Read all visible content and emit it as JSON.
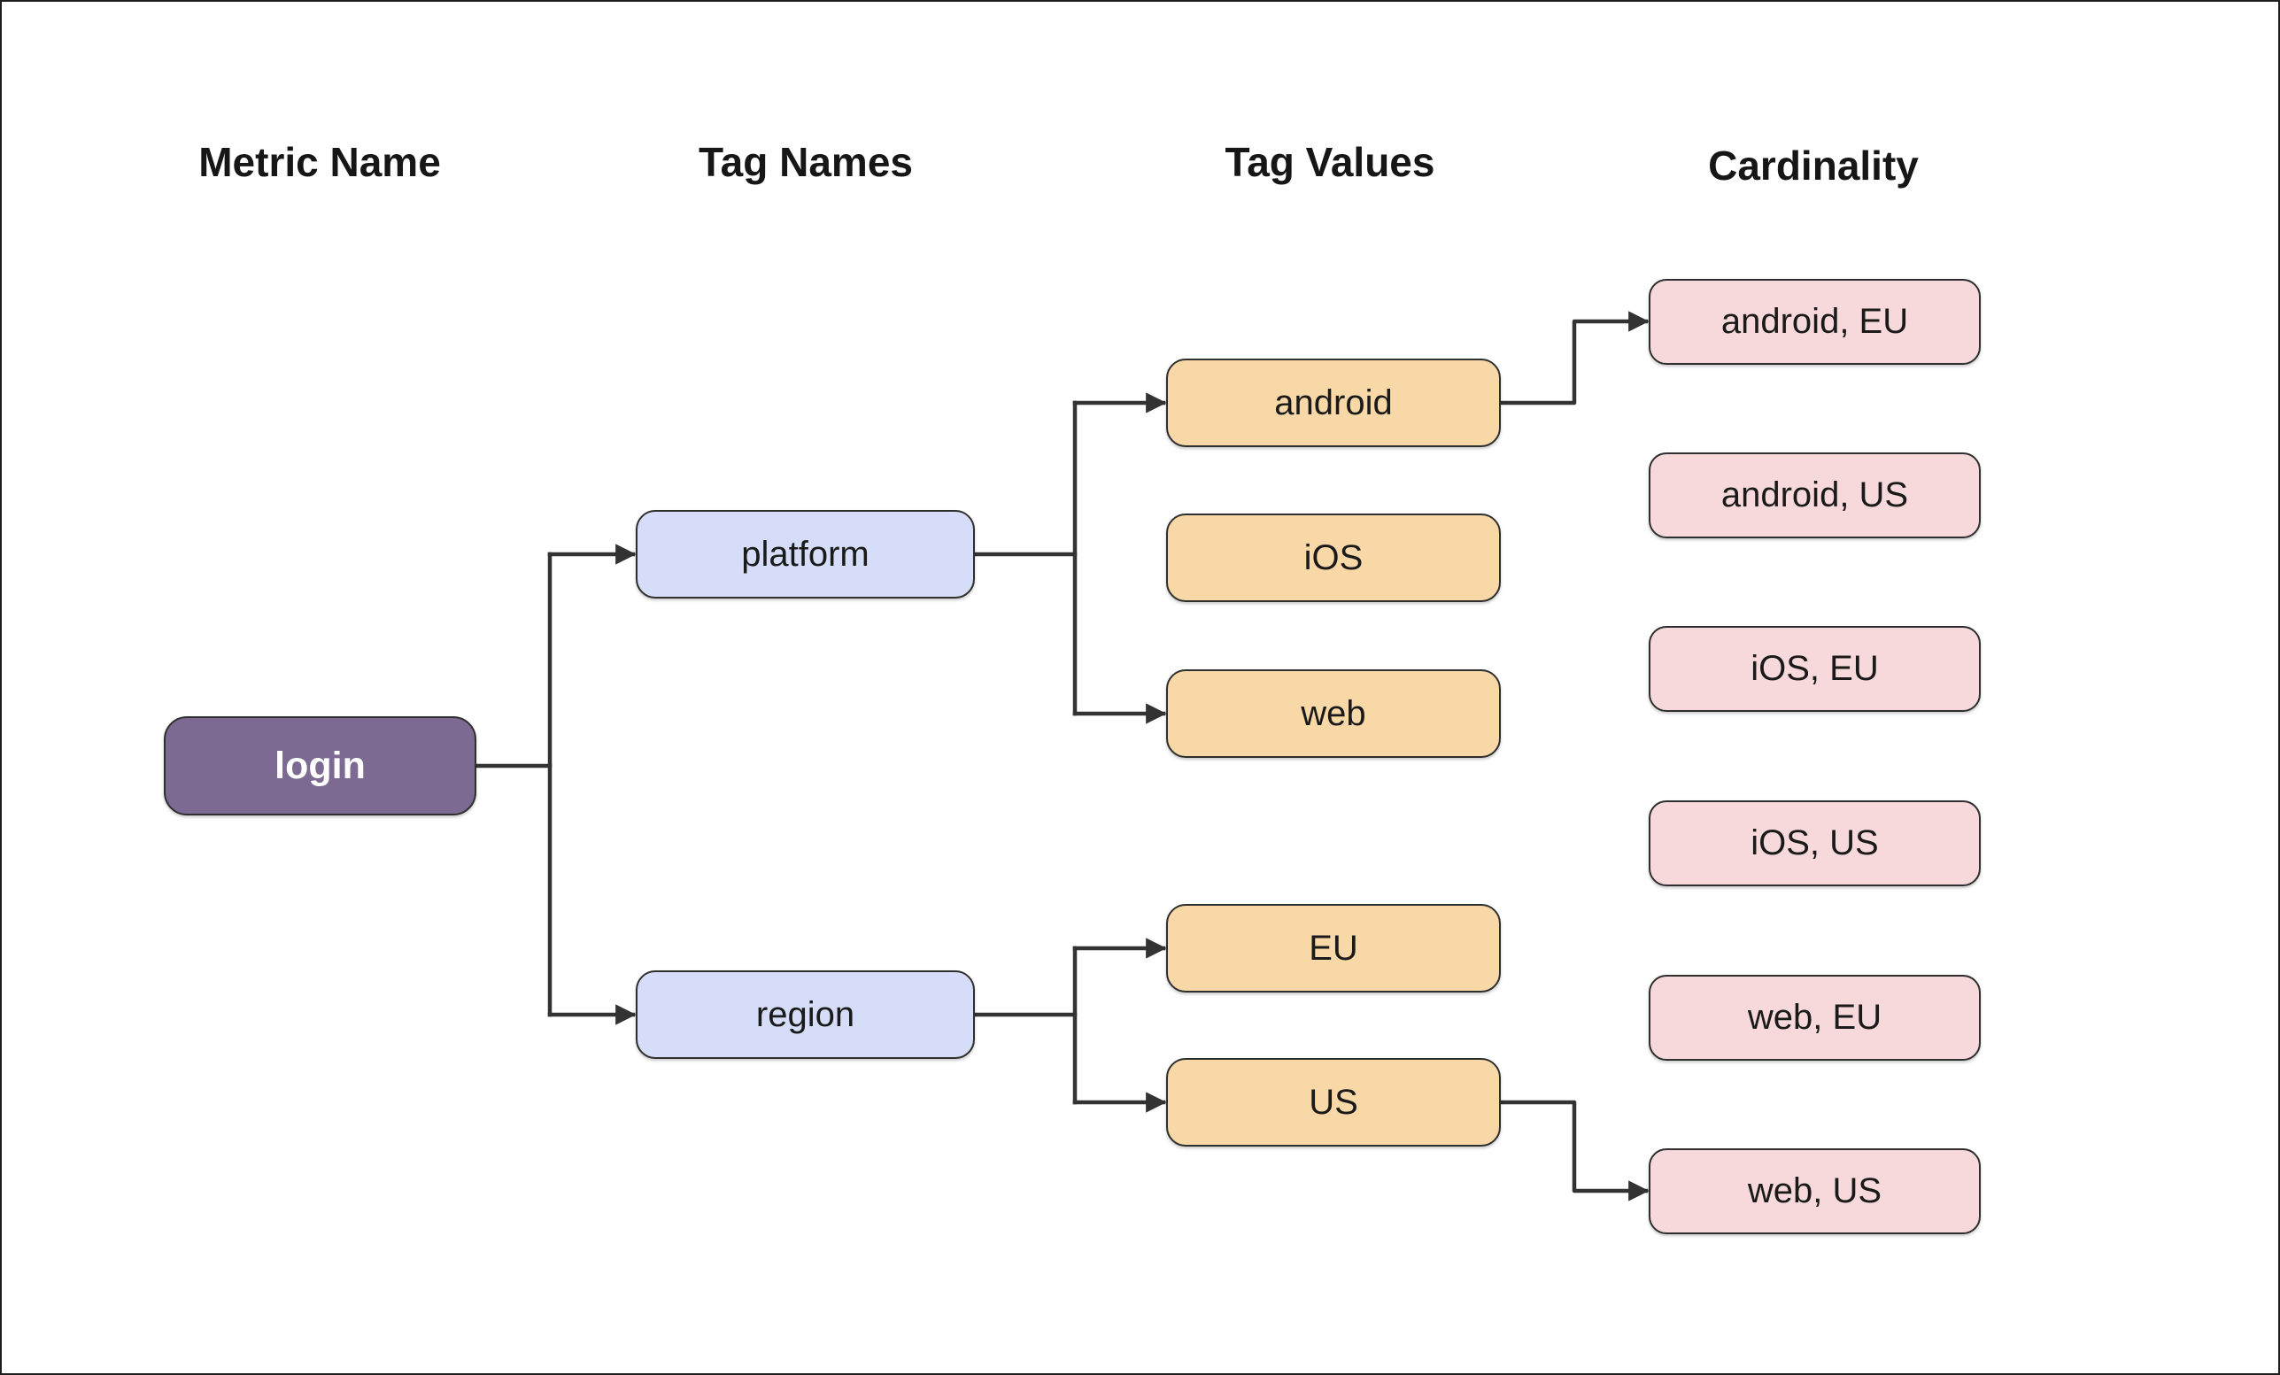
{
  "columns": [
    {
      "label": "Metric Name"
    },
    {
      "label": "Tag Names"
    },
    {
      "label": "Tag Values"
    },
    {
      "label": "Cardinality"
    }
  ],
  "nodes": {
    "metric": {
      "label": "login"
    },
    "tag_names": [
      {
        "label": "platform"
      },
      {
        "label": "region"
      }
    ],
    "tag_values": [
      {
        "label": "android"
      },
      {
        "label": "iOS"
      },
      {
        "label": "web"
      },
      {
        "label": "EU"
      },
      {
        "label": "US"
      }
    ],
    "cardinality": [
      {
        "label": "android, EU"
      },
      {
        "label": "android, US"
      },
      {
        "label": "iOS, EU"
      },
      {
        "label": "iOS, US"
      },
      {
        "label": "web, EU"
      },
      {
        "label": "web, US"
      }
    ]
  },
  "edges": [
    {
      "from": "login",
      "to": "platform"
    },
    {
      "from": "login",
      "to": "region"
    },
    {
      "from": "platform",
      "to": "android"
    },
    {
      "from": "platform",
      "to": "web"
    },
    {
      "from": "region",
      "to": "EU"
    },
    {
      "from": "region",
      "to": "US"
    },
    {
      "from": "android",
      "to": "android, EU"
    },
    {
      "from": "US",
      "to": "web, US"
    }
  ],
  "colors": {
    "background": "#ffffff",
    "frame_border": "#1e1e1e",
    "edge": "#333333",
    "node_border": "#2f2f2f",
    "node_text": "#1a1a1a",
    "metric_fill": "#7c6a92",
    "metric_text": "#ffffff",
    "tag_name_fill": "#d5ddf9",
    "tag_value_fill": "#f8d8a6",
    "cardinality_fill": "#f8d9db"
  }
}
